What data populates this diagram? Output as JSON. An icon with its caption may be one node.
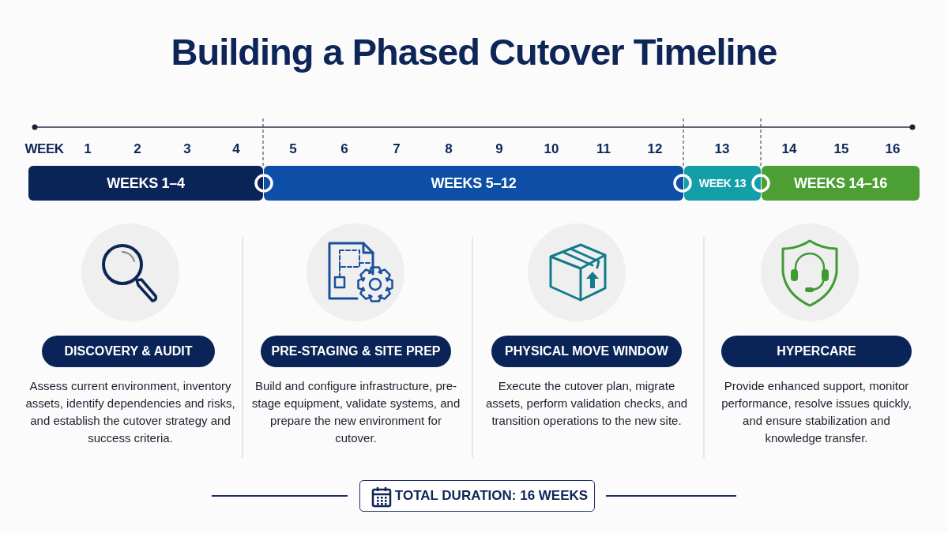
{
  "diagram": {
    "title": "Building a Phased Cutover Timeline",
    "nodes": [
      {
        "text": [
          "WEEKS 1–4"
        ]
      },
      {
        "text": [
          "WEEKS 5–12"
        ]
      },
      {
        "text": [
          "WEEK 13"
        ]
      },
      {
        "text": [
          "WEEKS 14–16"
        ]
      },
      {
        "text": [
          "DISCOVERY & AUDIT"
        ],
        "beside": [
          "Assess current environment, inventory assets, identify dependencies and risks, and establish the cutover strategy and success criteria."
        ]
      },
      {
        "text": [
          "PRE-STAGING & SITE PREP"
        ],
        "beside": [
          "Build and configure infrastructure, pre-stage equipment, validate systems, and prepare the new environment for cutover."
        ]
      },
      {
        "text": [
          "PHYSICAL MOVE WINDOW"
        ],
        "beside": [
          "Execute the cutover plan, migrate assets, perform validation checks, and transition operations to the new site."
        ]
      },
      {
        "text": [
          "HYPERCARE"
        ],
        "beside": [
          "Provide enhanced support, monitor performance, resolve issues quickly, and ensure stabilization and knowledge transfer."
        ]
      },
      {
        "text": [
          "TOTAL DURATION: 16 WEEKS"
        ]
      }
    ],
    "labels": [
      "WEEK",
      "1",
      "2",
      "3",
      "4",
      "5",
      "6",
      "7",
      "8",
      "9",
      "10",
      "11",
      "12",
      "13",
      "14",
      "15",
      "16"
    ]
  }
}
